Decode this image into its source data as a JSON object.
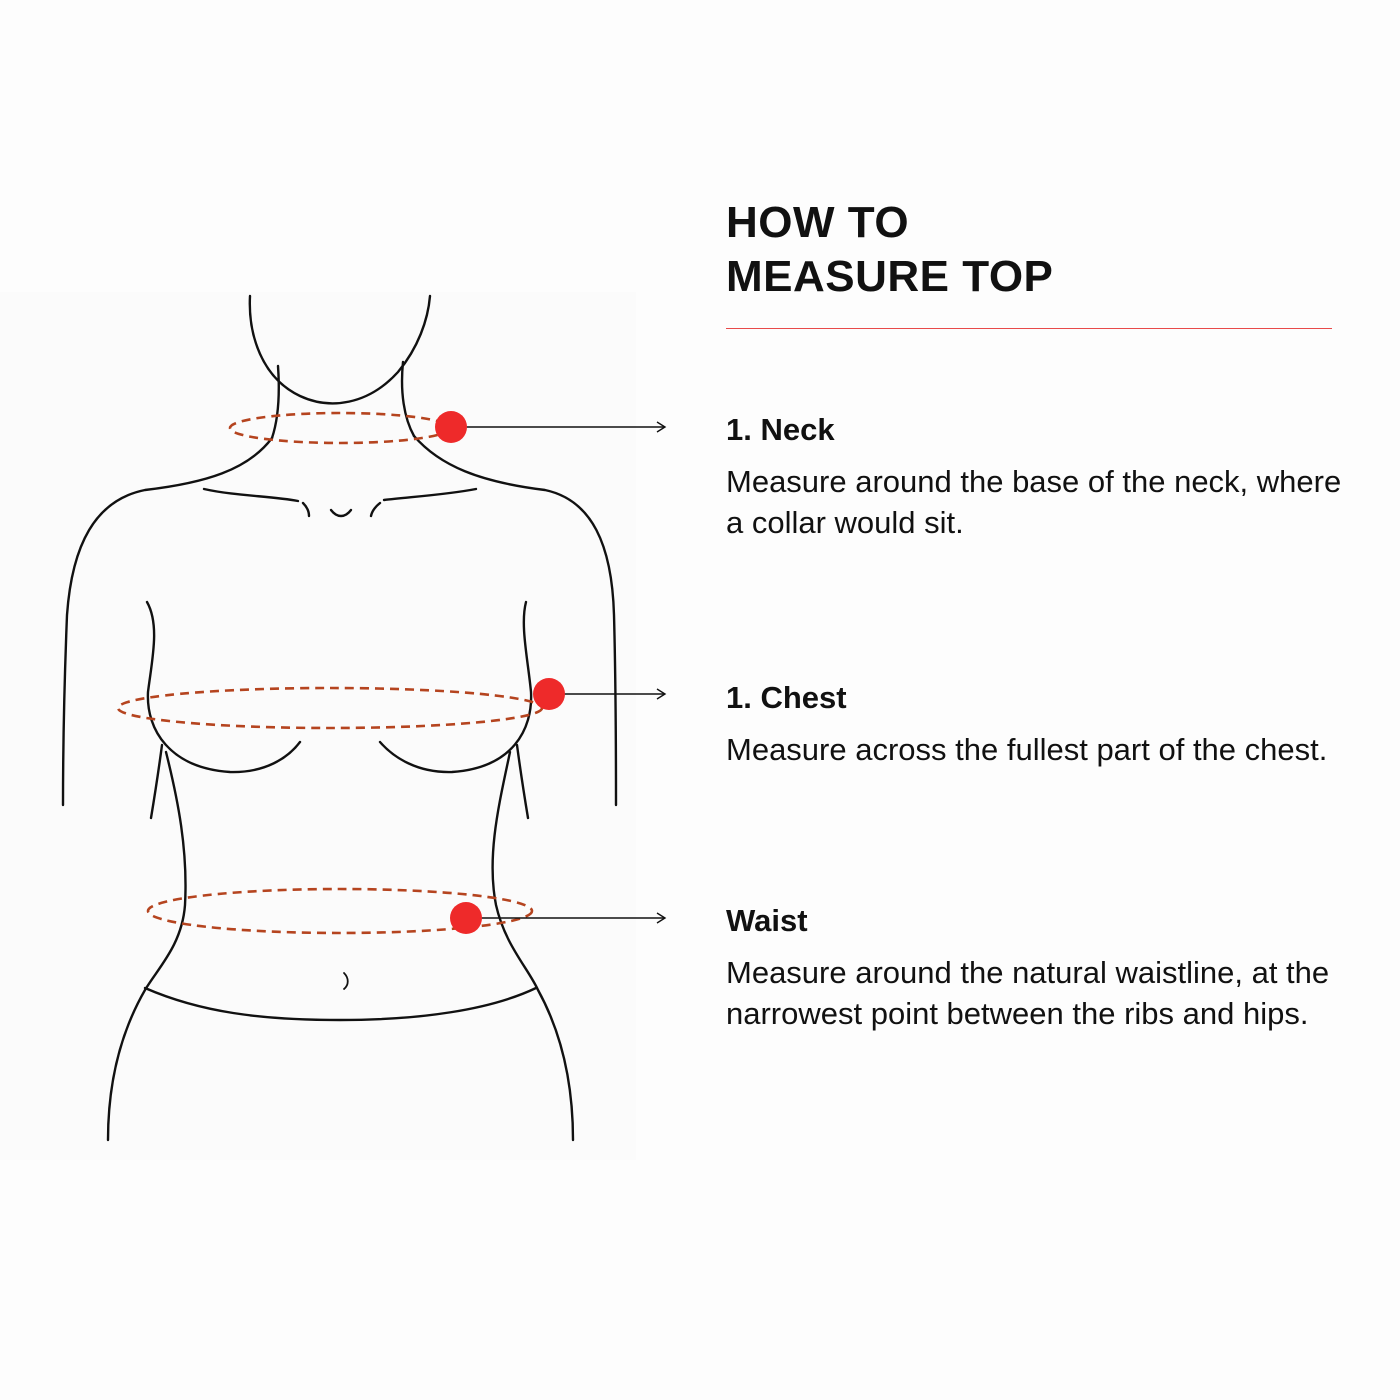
{
  "header": {
    "title_line1": "HOW TO",
    "title_line2": "MEASURE TOP"
  },
  "sections": [
    {
      "key": "neck",
      "heading": "1. Neck",
      "text": "Measure around the base of the neck, where a collar would sit."
    },
    {
      "key": "chest",
      "heading": "1. Chest",
      "text": "Measure across the fullest part of the chest."
    },
    {
      "key": "waist",
      "heading": "Waist",
      "text": "Measure around the natural waistline, at the narrowest point between the ribs and hips."
    }
  ],
  "colors": {
    "accent": "#ee2a2a",
    "tape": "#b5441f",
    "outline": "#111111",
    "rule": "#e84a4a"
  }
}
